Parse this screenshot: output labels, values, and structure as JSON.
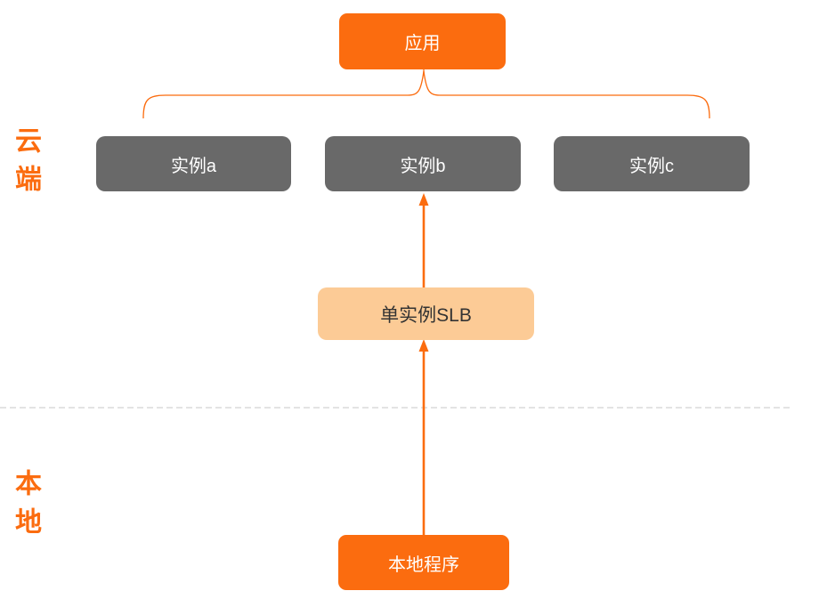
{
  "diagram": {
    "app_box": {
      "label": "应用"
    },
    "instances": [
      {
        "label": "实例a"
      },
      {
        "label": "实例b"
      },
      {
        "label": "实例c"
      }
    ],
    "slb_box": {
      "label": "单实例SLB"
    },
    "local_box": {
      "label": "本地程序"
    },
    "zone_labels": {
      "cloud": "云端",
      "local": "本地"
    },
    "colors": {
      "orange": "#FB6C0F",
      "gray": "#696969",
      "light_orange": "#FCCB96",
      "divider": "#E3E3E3",
      "slb_text": "#333333",
      "white_text": "#FFFFFF"
    }
  }
}
